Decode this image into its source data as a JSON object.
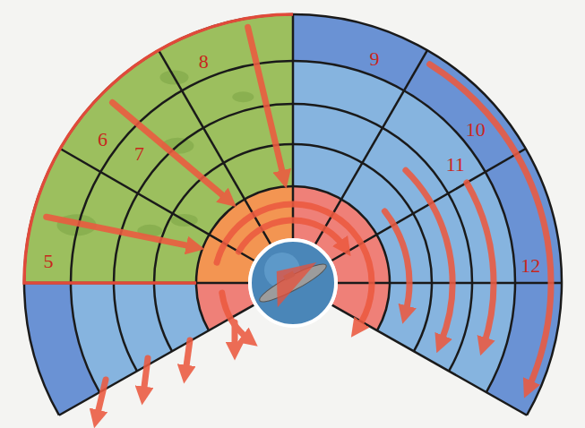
{
  "diagram": {
    "labels": [
      "5",
      "6",
      "7",
      "8",
      "9",
      "10",
      "11",
      "12"
    ]
  }
}
